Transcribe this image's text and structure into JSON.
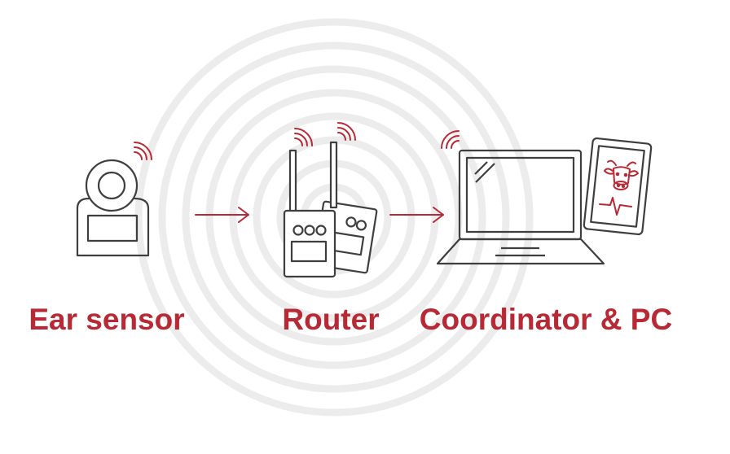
{
  "colors": {
    "accent": "#b72a35",
    "stroke": "#3e3e3e",
    "rings": "#ececec"
  },
  "nodes": [
    {
      "id": "ear-sensor",
      "label": "Ear sensor",
      "icons": [
        "ear-sensor-icon",
        "wireless-signal-icon"
      ]
    },
    {
      "id": "router",
      "label": "Router",
      "icons": [
        "router-icon",
        "wireless-signal-icon"
      ]
    },
    {
      "id": "coordinator-pc",
      "label": "Coordinator & PC",
      "icons": [
        "laptop-icon",
        "smartphone-icon",
        "cow-icon",
        "heartbeat-icon",
        "wireless-signal-icon"
      ]
    }
  ],
  "edges": [
    {
      "from": "ear-sensor",
      "to": "router"
    },
    {
      "from": "router",
      "to": "coordinator-pc"
    }
  ]
}
